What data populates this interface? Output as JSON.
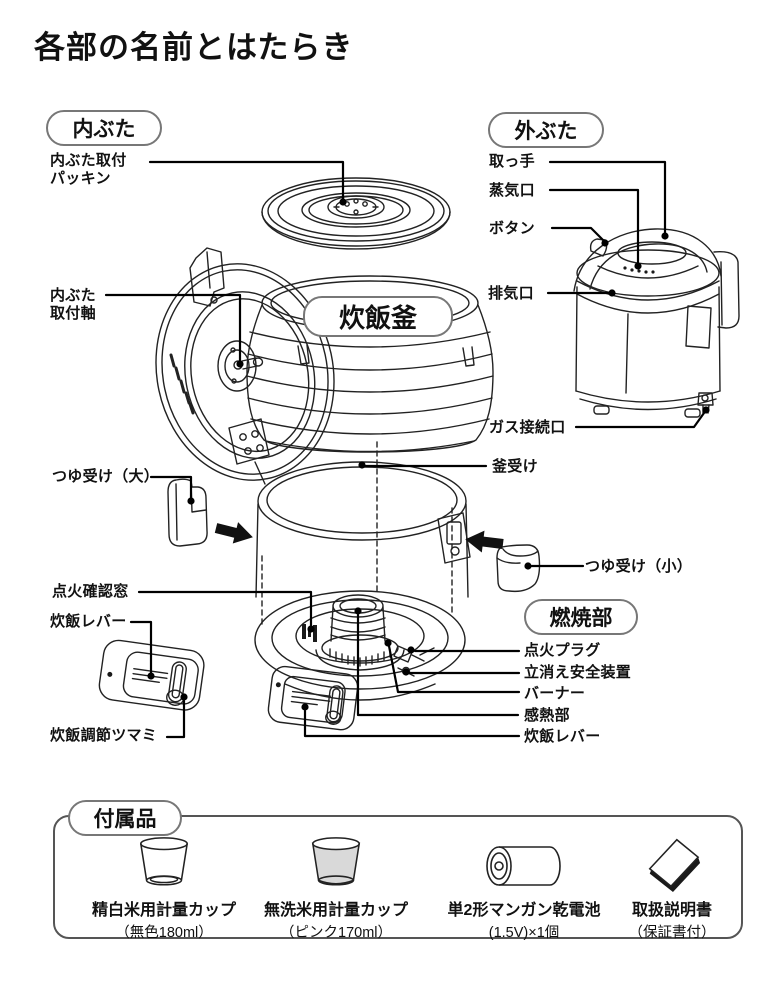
{
  "page": {
    "title": "各部の名前とはたらき"
  },
  "pills": {
    "inner_lid": "内ぶた",
    "outer_lid": "外ぶた",
    "pot": "炊飯釜",
    "burner_section": "燃焼部",
    "accessories": "付属品"
  },
  "labels": {
    "inner_lid_packing": "内ぶた取付\nパッキン",
    "inner_lid_shaft": "内ぶた\n取付軸",
    "drip_tray_large": "つゆ受け（大）",
    "ignition_window": "点火確認窓",
    "cooking_lever_left": "炊飯レバー",
    "cooking_adjust_knob": "炊飯調節ツマミ",
    "handle": "取っ手",
    "steam_vent": "蒸気口",
    "button": "ボタン",
    "exhaust_vent": "排気口",
    "gas_port": "ガス接続口",
    "pot_holder": "釜受け",
    "drip_tray_small": "つゆ受け（小）",
    "ignition_plug": "点火プラグ",
    "flame_failure_device": "立消え安全装置",
    "burner": "バーナー",
    "heat_sensor": "感熱部",
    "cooking_lever_right": "炊飯レバー"
  },
  "accessories": {
    "items": [
      {
        "icon": "measuring-cup-clear-icon",
        "name": "精白米用計量カップ",
        "note": "（無色180ml）"
      },
      {
        "icon": "measuring-cup-pink-icon",
        "name": "無洗米用計量カップ",
        "note": "（ピンク170ml）"
      },
      {
        "icon": "battery-icon",
        "name": "単2形マンガン乾電池",
        "note": "(1.5V)×1個"
      },
      {
        "icon": "manual-icon",
        "name": "取扱説明書",
        "note": "（保証書付）"
      }
    ]
  },
  "colors": {
    "line": "#222222",
    "leader": "#000000",
    "pill_border": "#777777",
    "shade": "#d9d9d9"
  }
}
